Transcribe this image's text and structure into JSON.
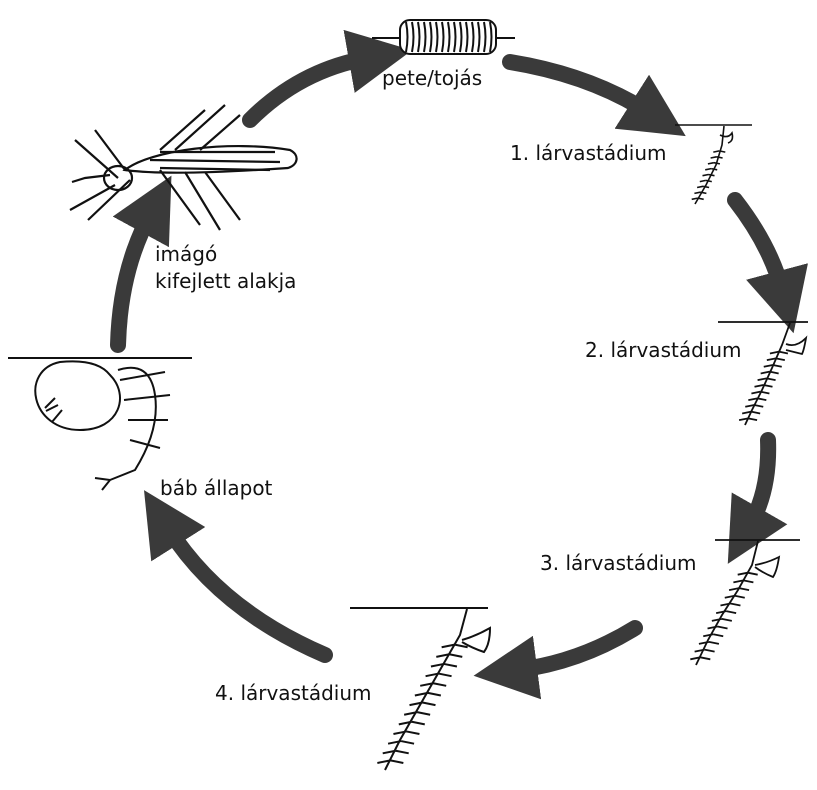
{
  "diagram": {
    "type": "life-cycle",
    "stages": [
      {
        "id": "egg",
        "label": "pete/tojás"
      },
      {
        "id": "larva1",
        "label": "1. lárvastádium"
      },
      {
        "id": "larva2",
        "label": "2. lárvastádium"
      },
      {
        "id": "larva3",
        "label": "3. lárvastádium"
      },
      {
        "id": "larva4",
        "label": "4. lárvastádium"
      },
      {
        "id": "pupa",
        "label": "báb állapot"
      },
      {
        "id": "adult",
        "label_line1": "imágó",
        "label_line2": "kifejlett alakja"
      }
    ],
    "colors": {
      "arrow": "#3a3a3a",
      "ink": "#111111",
      "background": "#ffffff"
    }
  }
}
